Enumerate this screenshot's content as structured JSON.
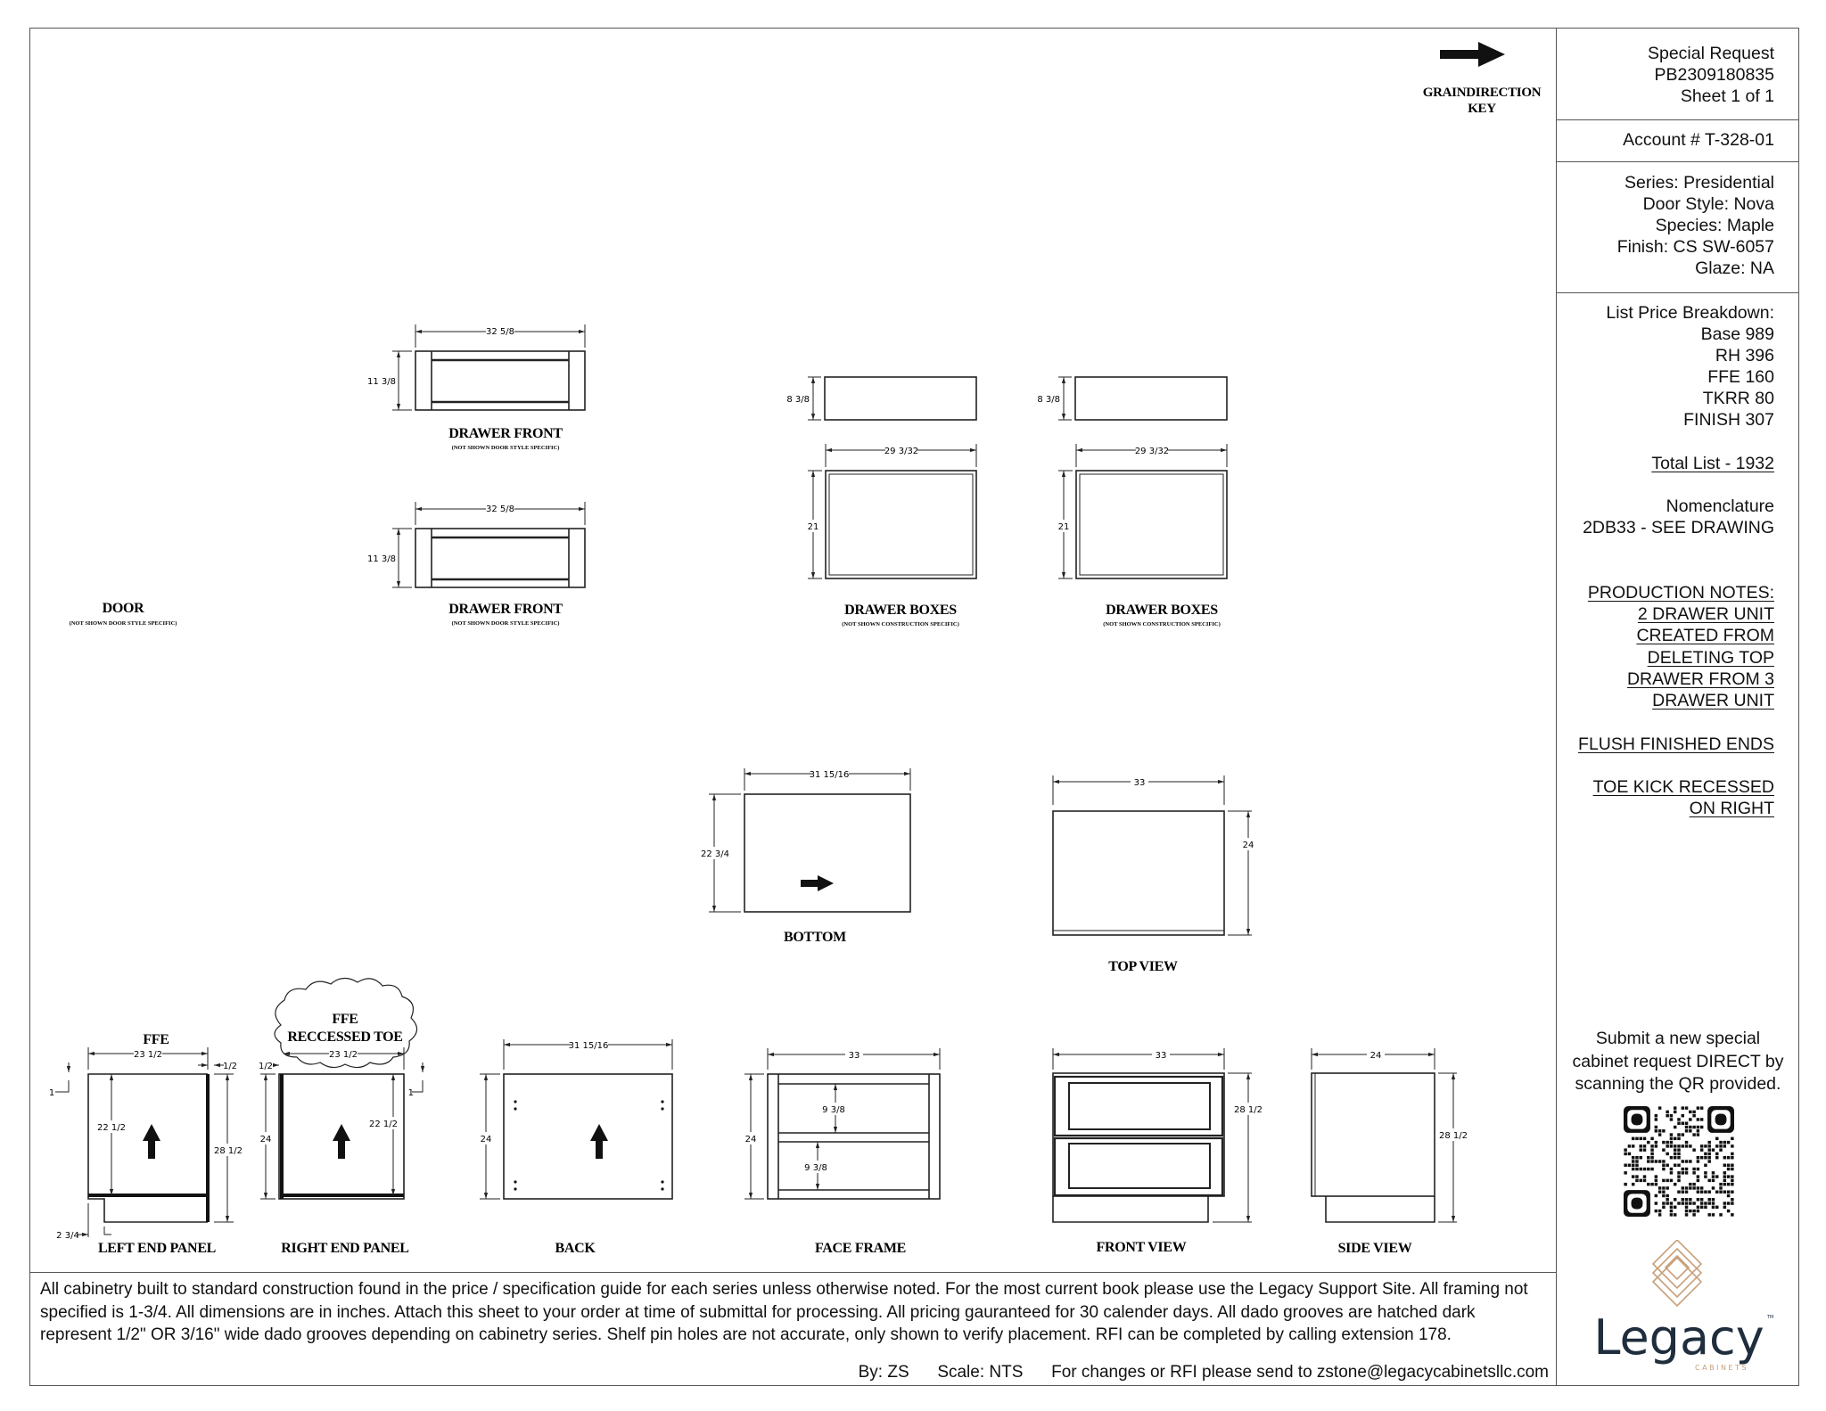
{
  "grain_key": {
    "line1": "GRAINDIRECTION",
    "line2": "KEY"
  },
  "drawings": {
    "door": {
      "label": "DOOR",
      "note": "(NOT SHOWN DOOR STYLE SPECIFIC)"
    },
    "drawer_front_1": {
      "label": "DRAWER FRONT",
      "note": "(NOT SHOWN DOOR STYLE SPECIFIC)",
      "width": "32 5/8",
      "height": "11 3/8"
    },
    "drawer_front_2": {
      "label": "DRAWER FRONT",
      "note": "(NOT SHOWN DOOR STYLE SPECIFIC)",
      "width": "32 5/8",
      "height": "11 3/8"
    },
    "drawer_boxes_1": {
      "label": "DRAWER BOXES",
      "note": "(NOT SHOWN CONSTRUCTION SPECIFIC)",
      "height": "8 3/8",
      "width": "29 3/32",
      "depth": "21"
    },
    "drawer_boxes_2": {
      "label": "DRAWER BOXES",
      "note": "(NOT SHOWN CONSTRUCTION SPECIFIC)",
      "height": "8 3/8",
      "width": "29 3/32",
      "depth": "21"
    },
    "bottom": {
      "label": "BOTTOM",
      "width": "31 15/16",
      "depth": "22 3/4"
    },
    "top_view": {
      "label": "TOP VIEW",
      "width": "33",
      "depth": "24"
    },
    "left_end_panel": {
      "label": "LEFT END PANEL",
      "tag": "FFE",
      "width": "23 1/2",
      "offset": "1/2",
      "top_offset": "1",
      "inner_height": "22 1/2",
      "height": "28 1/2",
      "toe": "2 3/4"
    },
    "right_end_panel": {
      "label": "RIGHT END PANEL",
      "cloud_line1": "FFE",
      "cloud_line2": "RECCESSED TOE",
      "width": "23 1/2",
      "offset": "1/2",
      "top_offset": "1",
      "height": "24",
      "inner_height": "22 1/2"
    },
    "back": {
      "label": "BACK",
      "width": "31 15/16",
      "height": "24"
    },
    "face_frame": {
      "label": "FACE FRAME",
      "width": "33",
      "height": "24",
      "opening_1": "9 3/8",
      "opening_2": "9 3/8"
    },
    "front_view": {
      "label": "FRONT VIEW",
      "width": "33",
      "height": "28 1/2"
    },
    "side_view": {
      "label": "SIDE VIEW",
      "width": "24",
      "height": "28 1/2"
    }
  },
  "info_panel": {
    "request_title": "Special Request",
    "request_id": "PB2309180835",
    "sheet": "Sheet 1 of 1",
    "account": "Account # T-328-01",
    "series": "Series: Presidential",
    "door_style": "Door Style: Nova",
    "species": "Species: Maple",
    "finish": "Finish: CS SW-6057",
    "glaze": "Glaze: NA",
    "price_title": "List Price Breakdown:",
    "prices": [
      "Base 989",
      "RH 396",
      "FFE 160",
      "TKRR 80",
      "FINISH 307"
    ],
    "total": "Total List - 1932",
    "nomenclature_title": "Nomenclature",
    "nomenclature": "2DB33 - SEE DRAWING",
    "production_notes": [
      "PRODUCTION NOTES:",
      "2 DRAWER UNIT",
      "CREATED FROM",
      "DELETING TOP",
      "DRAWER FROM 3",
      "DRAWER UNIT"
    ],
    "flush_note": "FLUSH FINISHED ENDS",
    "toe_note": [
      "TOE KICK RECESSED",
      "ON  RIGHT"
    ],
    "submit_text": [
      "Submit a new special",
      "cabinet request DIRECT by",
      "scanning the QR provided."
    ],
    "logo": {
      "name": "Legacy",
      "sub": "CABINETS",
      "tm": "TM",
      "navy": "#1f2d3d",
      "tan": "#c8a07a"
    }
  },
  "footer": {
    "notes": "All cabinetry built to standard construction found in the price / specification guide for each series unless otherwise noted. For the most current book please use the Legacy Support Site. All framing not specified is 1-3/4. All dimensions are in inches. Attach this sheet to your order at time of submittal for processing. All pricing gauranteed for 30 calender days. All dado grooves are hatched dark represent 1/2\" OR 3/16\" wide dado grooves depending on cabinetry series. Shelf pin holes are not accurate, only shown to verify placement. RFI can be completed by calling extension 178.",
    "by": "By: ZS",
    "scale": "Scale: NTS",
    "contact": "For changes or RFI please send to zstone@legacycabinetsllc.com"
  }
}
